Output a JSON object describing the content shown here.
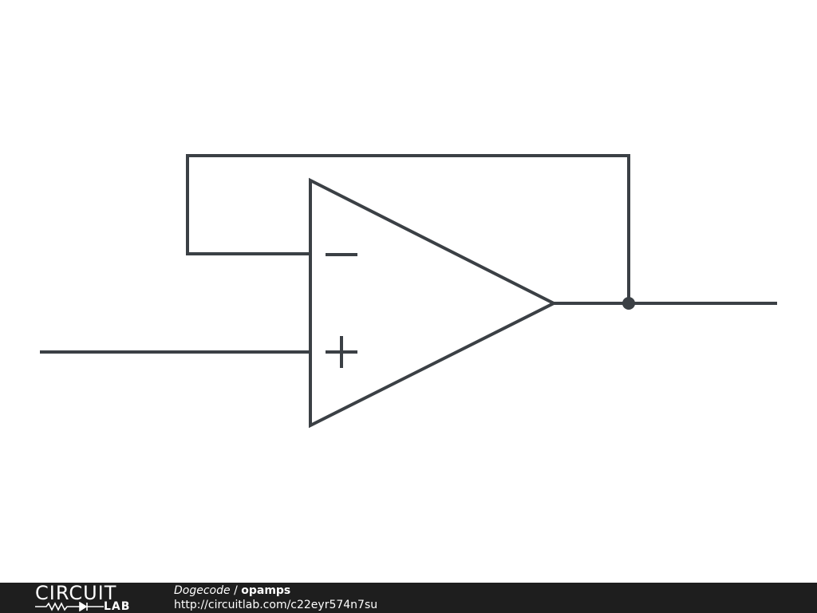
{
  "schematic": {
    "stroke_color": "#3b4045",
    "component": "op-amp voltage follower",
    "inverting_symbol": "minus",
    "noninverting_symbol": "plus"
  },
  "footer": {
    "logo": {
      "word_top": "CIRCUIT",
      "word_bottom": "LAB"
    },
    "author": "Dogecode",
    "separator": "/",
    "circuit_name": "opamps",
    "url": "http://circuitlab.com/c22eyr574n7su",
    "background_color": "#1e1e1e"
  }
}
